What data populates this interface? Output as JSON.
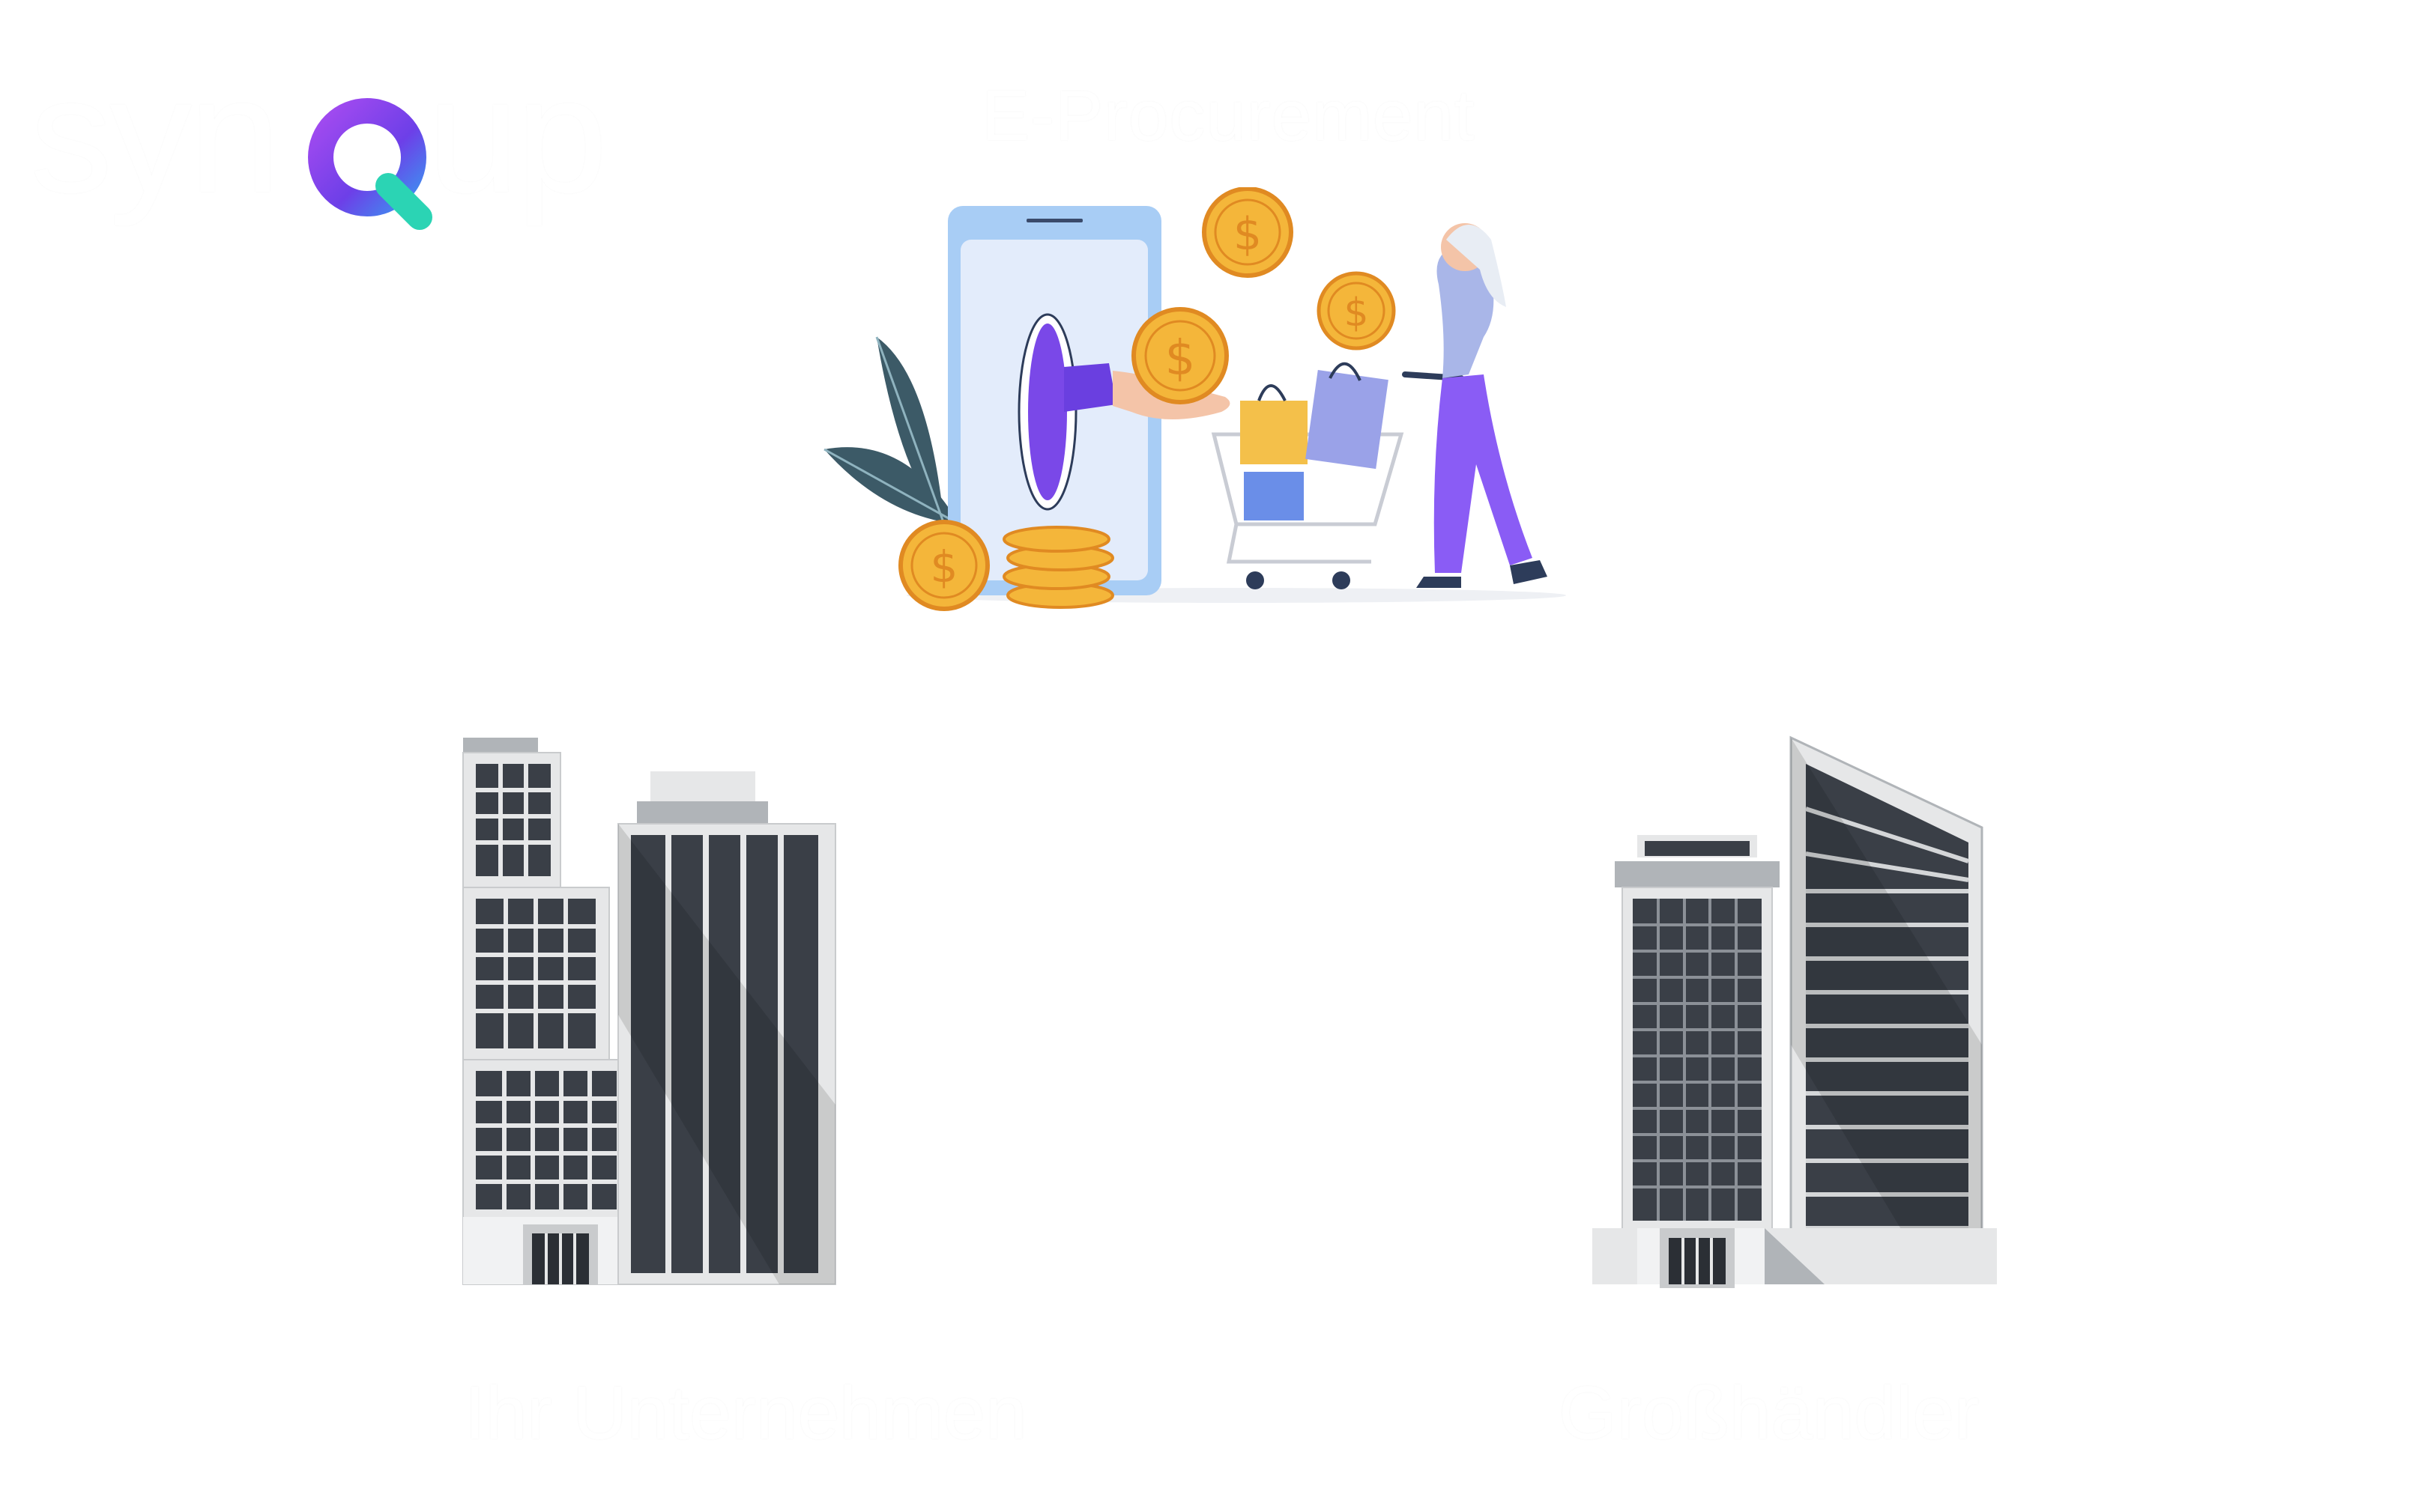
{
  "logo": {
    "text_left": "syn",
    "text_right": "up",
    "registered": "®"
  },
  "title": "E-Procurement",
  "parties": {
    "left_label": "Ihr Unternehmen",
    "right_label": "Großhändler"
  },
  "icons": {
    "logo_q": "q-logo-icon",
    "flow_arrow": "curved-arrow-icon",
    "illustration": "online-shopping-illustration",
    "left_building": "office-building-icon",
    "right_building": "office-tower-icon"
  },
  "colors": {
    "brand_purple": "#7b3fe4",
    "brand_teal": "#2bd4b4",
    "coin": "#f4b63a",
    "coin_dark": "#e08a22",
    "phone": "#a8cdf5",
    "phone_screen": "#e3ecfb",
    "person_pants": "#8a5cf5",
    "building_glass": "#3a3f47",
    "building_frame": "#e6e7e8"
  }
}
